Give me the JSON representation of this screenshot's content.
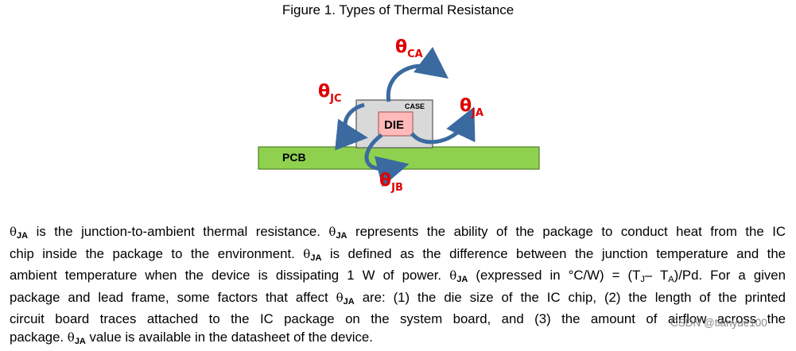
{
  "caption": "Figure 1. Types of Thermal Resistance",
  "diagram": {
    "pcb_label": "PCB",
    "case_label": "CASE",
    "die_label": "DIE",
    "theta": "θ",
    "labels": {
      "jc": "JC",
      "ca": "CA",
      "ja": "JA",
      "jb": "JB"
    },
    "colors": {
      "pcb": "#8fd14f",
      "die": "#ffb9b9",
      "case": "#d9d9d9",
      "arrow": "#3a6aa0",
      "theta": "#e00000"
    }
  },
  "paragraph": {
    "sym": "θ",
    "ja": "JA",
    "j": "J",
    "a": "A",
    "l1_t1": " is the junction-to-ambient thermal resistance. ",
    "l1_t2": " represents the ability of the package to conduct heat from the IC",
    "l2_t1": "chip inside the package to the environment. ",
    "l2_t2": " is defined as the difference between the junction temperature and the",
    "l3_t1": "ambient temperature when the device is dissipating 1 W of power. ",
    "l3_t2": " (expressed in °C/W) = (T",
    "l3_t3": "– T",
    "l3_t4": ")/Pd. For a given",
    "l4_t1": "package and lead frame, some factors that affect ",
    "l4_t2": " are: (1) the die size of the IC chip, (2) the length of the printed",
    "l5_t1": "circuit board traces attached to the IC package on the system board, and (3) the amount of airflow across the",
    "l6_t1": "package. ",
    "l6_t2": " value is available in the datasheet of the device."
  },
  "watermark": "CSDN @tianyue100"
}
